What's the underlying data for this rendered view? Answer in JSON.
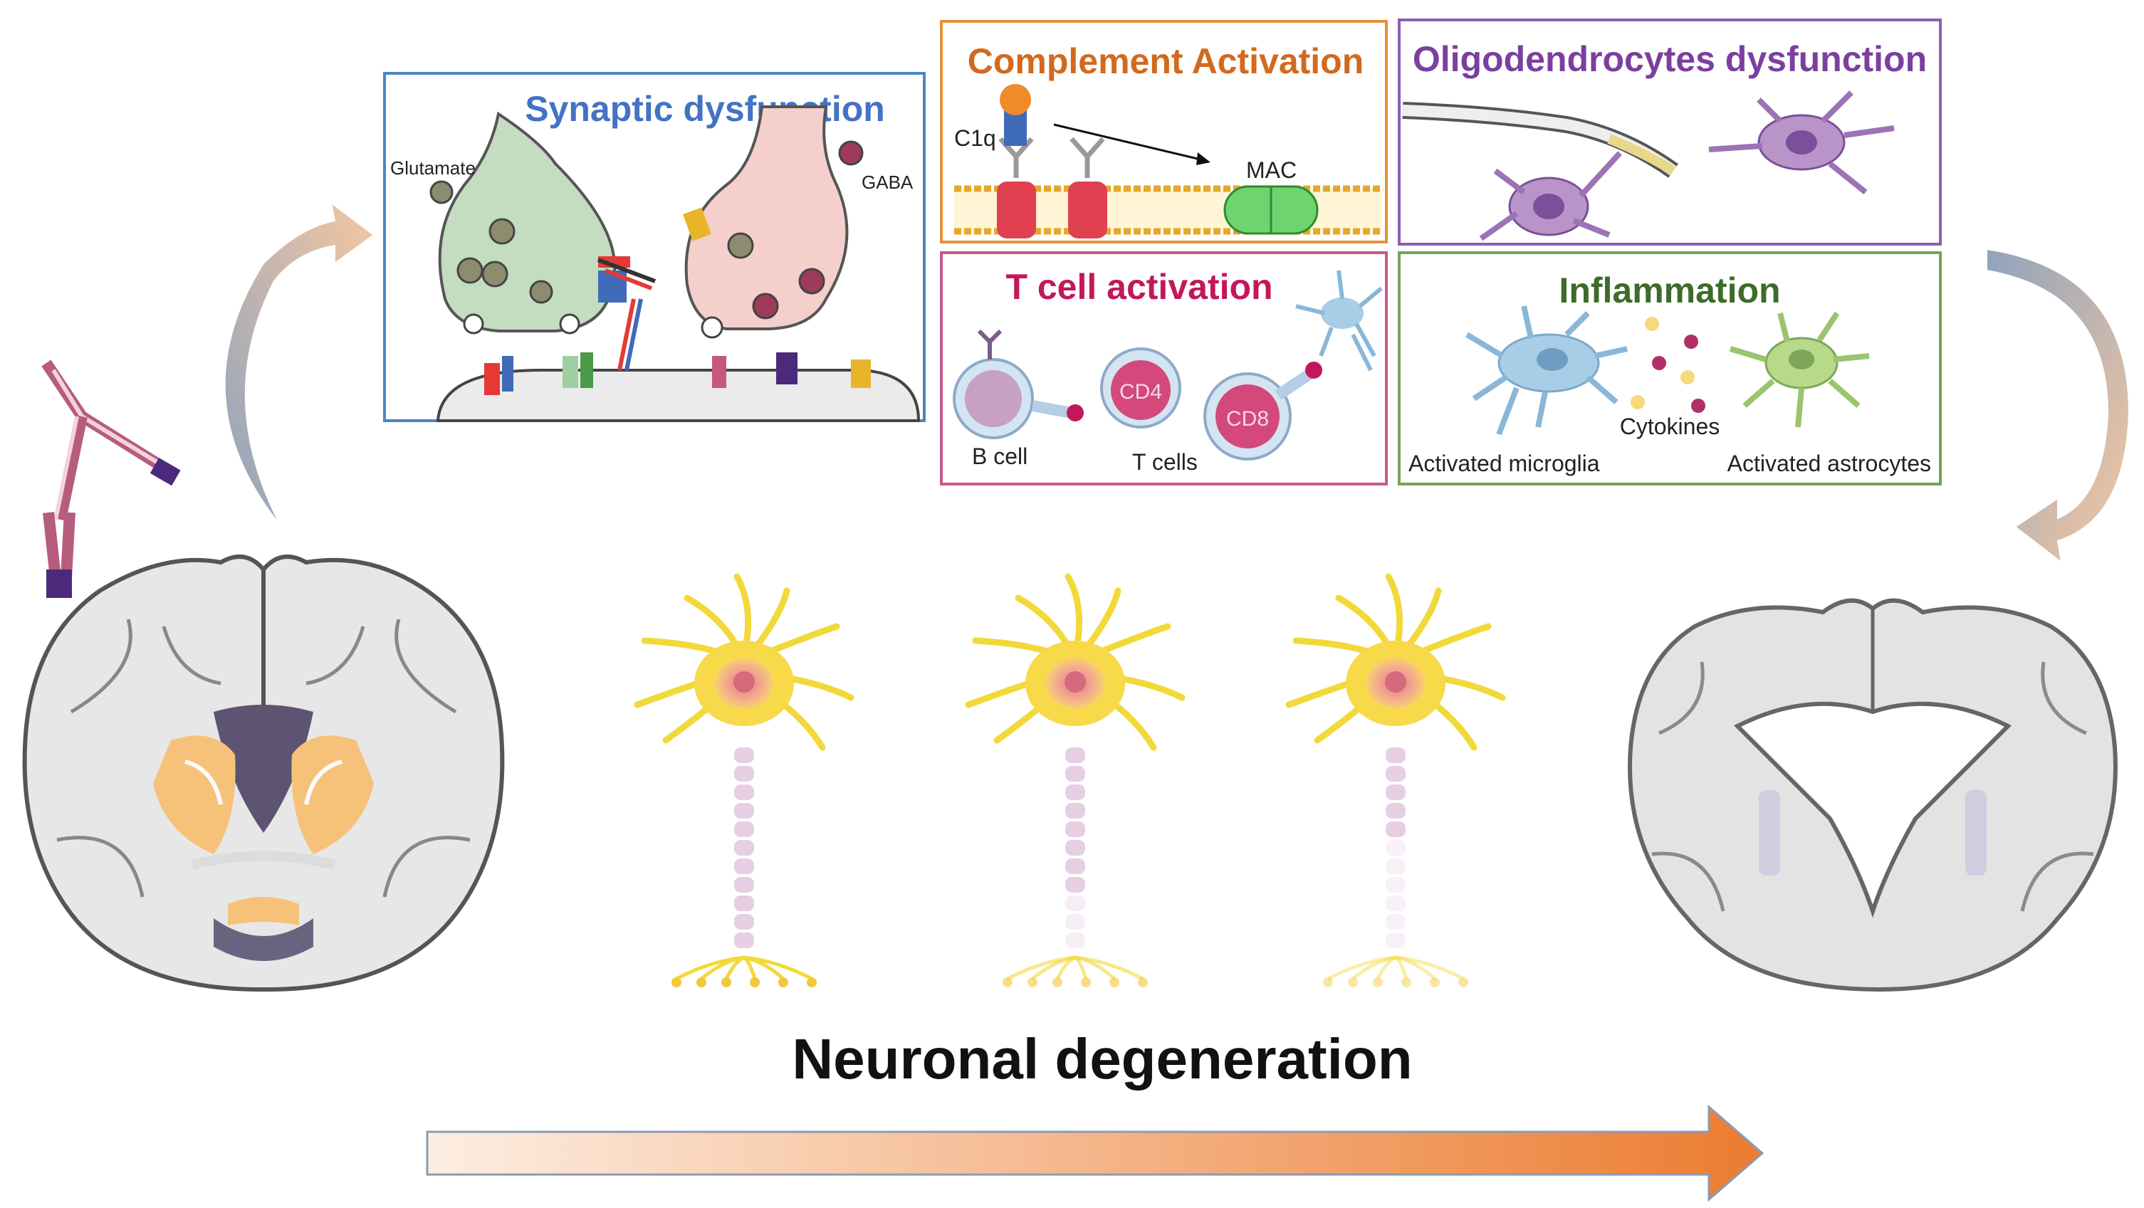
{
  "panels": {
    "synaptic": {
      "title": "Synaptic dysfunction",
      "glutamate_label": "Glutamate",
      "gaba_label": "GABA",
      "title_color": "#4472c4",
      "border_color": "#4a86c6"
    },
    "complement": {
      "title": "Complement Activation",
      "c1q_label": "C1q",
      "mac_label": "MAC",
      "title_color": "#d2691e",
      "border_color": "#e69138"
    },
    "oligodendrocytes": {
      "title": "Oligodendrocytes dysfunction",
      "title_color": "#7b3fa0",
      "border_color": "#8e5cb5"
    },
    "tcell": {
      "title": "T cell activation",
      "b_cell_label": "B cell",
      "t_cells_label": "T cells",
      "cd4_label": "CD4",
      "cd8_label": "CD8",
      "title_color": "#c2185b",
      "border_color": "#c9578f"
    },
    "inflammation": {
      "title": "Inflammation",
      "microglia_label": "Activated microglia",
      "cytokines_label": "Cytokines",
      "astrocytes_label": "Activated astrocytes",
      "title_color": "#3e6b2a",
      "border_color": "#76a35a"
    }
  },
  "bottom": {
    "title": "Neuronal degeneration",
    "arrow_color_start": "#fdeee2",
    "arrow_color_end": "#ec7c30"
  },
  "icons": {
    "antibody": "antibody-icon",
    "brain_healthy": "healthy-brain-section-icon",
    "brain_atrophic": "atrophic-brain-section-icon",
    "neuron": "neuron-icon"
  }
}
